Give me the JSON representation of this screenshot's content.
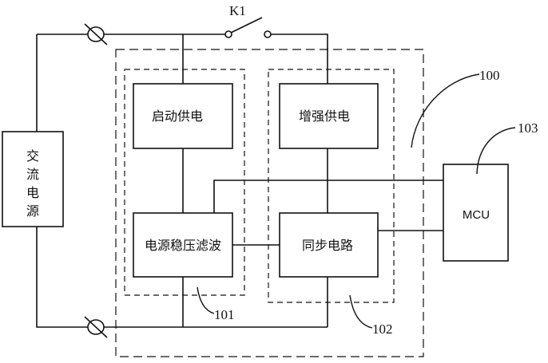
{
  "diagram": {
    "switch_label": "K1",
    "ac_source": {
      "label_chars": [
        "交",
        "流",
        "电",
        "源"
      ]
    },
    "blocks": {
      "startup_supply": "启动供电",
      "boost_supply": "增强供电",
      "regulator_filter": "电源稳压滤波",
      "sync_circuit": "同步电路",
      "mcu": "MCU"
    },
    "reference_numerals": {
      "outer_module": "100",
      "left_group": "101",
      "right_group": "102",
      "mcu": "103"
    },
    "colors": {
      "line": "#111111",
      "background": "#ffffff"
    }
  }
}
